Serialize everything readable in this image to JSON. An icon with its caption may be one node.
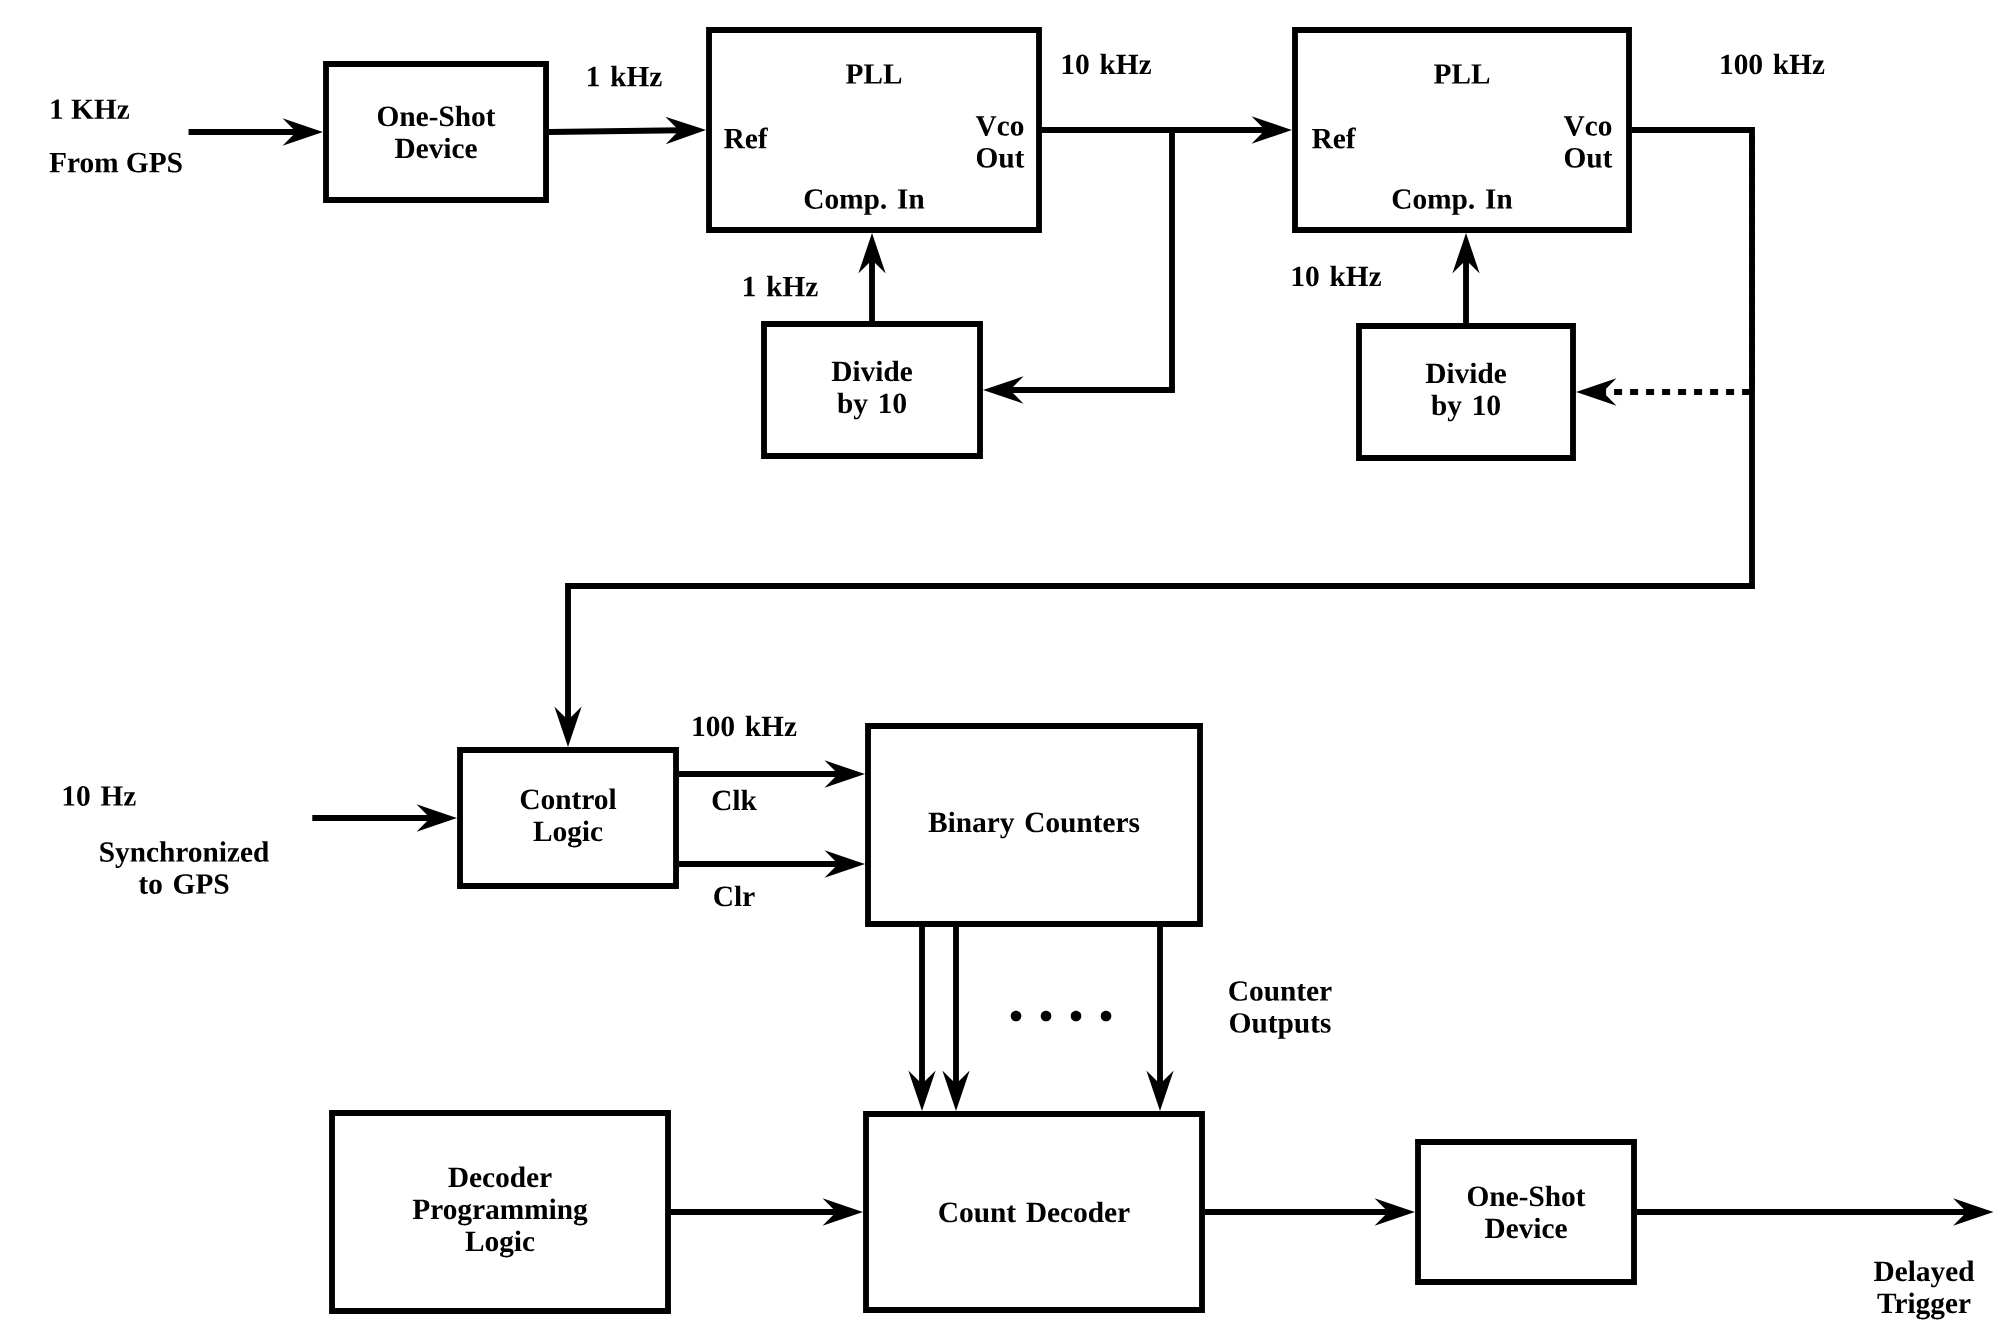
{
  "diagram": {
    "nodes": [
      {
        "text": [
          "1 KHz",
          "From GPS"
        ]
      },
      {
        "text": [
          "One-Shot Device"
        ]
      },
      {
        "text": [
          "PLL",
          "Ref",
          "Vco Out",
          "Comp. In"
        ]
      },
      {
        "text": [
          "Divide by 10"
        ]
      },
      {
        "text": [
          "PLL",
          "Ref",
          "Vco Out",
          "Comp. In"
        ]
      },
      {
        "text": [
          "Divide by 10"
        ]
      },
      {
        "text": [
          "Control Logic"
        ]
      },
      {
        "text": [
          "10 Hz",
          "Synchronized to GPS"
        ]
      },
      {
        "text": [
          "Binary Counters"
        ]
      },
      {
        "text": [
          "Decoder Programming Logic"
        ]
      },
      {
        "text": [
          "Count Decoder"
        ]
      },
      {
        "text": [
          "One-Shot Device"
        ]
      },
      {
        "text": [
          "Delayed Trigger"
        ]
      }
    ],
    "edges": [
      {
        "from": 0,
        "to": 1,
        "arrow": "to"
      },
      {
        "from": 1,
        "to": 2,
        "arrow": "to",
        "label": "1 kHz"
      },
      {
        "from": 2,
        "to": 4,
        "arrow": "to",
        "label": "10 kHz"
      },
      {
        "from": 2,
        "to": 3,
        "arrow": "to"
      },
      {
        "from": 3,
        "to": 2,
        "arrow": "to",
        "label": "1 kHz"
      },
      {
        "from": 4,
        "to": 6,
        "arrow": "to",
        "label": "100 kHz"
      },
      {
        "from": 4,
        "to": 5,
        "arrow": "to",
        "style": "dashed"
      },
      {
        "from": 5,
        "to": 4,
        "arrow": "to",
        "label": "10 kHz"
      },
      {
        "from": 7,
        "to": 6,
        "arrow": "to"
      },
      {
        "from": 6,
        "to": 8,
        "arrow": "to",
        "label": "100 kHz"
      },
      {
        "from": 6,
        "to": 8,
        "arrow": "to",
        "label": "Clr"
      },
      {
        "from": 8,
        "to": 10,
        "arrow": "to"
      },
      {
        "from": 8,
        "to": 10,
        "arrow": "to"
      },
      {
        "from": 8,
        "to": 10,
        "arrow": "to",
        "label": "Counter Outputs"
      },
      {
        "from": 9,
        "to": 10,
        "arrow": "to"
      },
      {
        "from": 10,
        "to": 11,
        "arrow": "to"
      },
      {
        "from": 11,
        "to": 12,
        "arrow": "to"
      }
    ],
    "labels": [
      "Clk"
    ]
  }
}
